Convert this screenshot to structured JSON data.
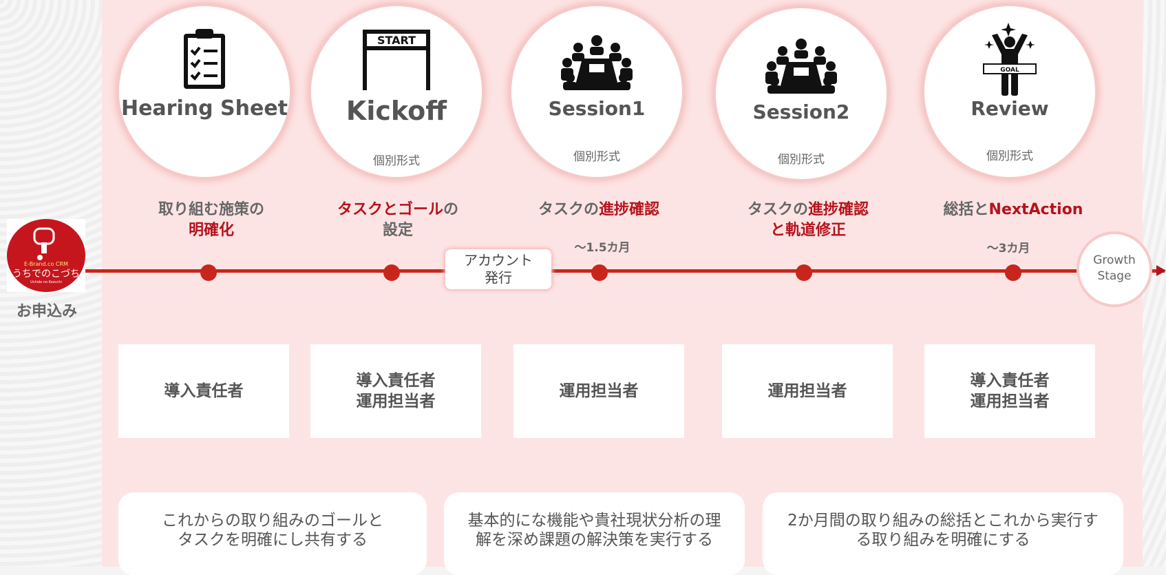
{
  "colors": {
    "accent": "#c8261c",
    "accent_text": "#b5121b",
    "panel": "#fde4e4"
  },
  "stages": [
    {
      "title": "Hearing Sheet",
      "sub": "",
      "icon": "clipboard-checklist-icon"
    },
    {
      "title": "Kickoff",
      "sub": "個別形式",
      "icon": "start-gate-icon"
    },
    {
      "title": "Session1",
      "sub": "個別形式",
      "icon": "meeting-table-icon"
    },
    {
      "title": "Session2",
      "sub": "個別形式",
      "icon": "meeting-table-icon"
    },
    {
      "title": "Review",
      "sub": "個別形式",
      "icon": "goal-person-icon"
    }
  ],
  "start_label": "START",
  "goal_label": "GOAL",
  "tasks": [
    {
      "plain1": "取り組む施策の",
      "red1": "",
      "plain2": "",
      "red2": "明確化"
    },
    {
      "red1": "タスクとゴール",
      "plain1": "の",
      "plain2": "設定",
      "red2": ""
    },
    {
      "plain1": "タスクの",
      "red1": "進捗確認",
      "plain2": "",
      "red2": ""
    },
    {
      "plain1": "タスクの",
      "red1": "進捗確認",
      "plain2": "",
      "red2": "と軌道修正"
    },
    {
      "plain1": "総括と",
      "red1": "NextAction",
      "plain2": "",
      "red2": ""
    }
  ],
  "durations": [
    "〜1.5カ月",
    "〜3カ月"
  ],
  "account_label": [
    "アカウント",
    "発行"
  ],
  "growth_label": [
    "Growth",
    "Stage"
  ],
  "apply_label": "お申込み",
  "logo": {
    "top_text": "E-Brand.co CRM",
    "main_text": "うちでのこづち",
    "sub_text": "Uchide no Kozuchi"
  },
  "roles": [
    [
      "導入責任者"
    ],
    [
      "導入責任者",
      "運用担当者"
    ],
    [
      "運用担当者"
    ],
    [
      "運用担当者"
    ],
    [
      "導入責任者",
      "運用担当者"
    ]
  ],
  "descriptions": [
    [
      "これからの取り組みのゴールと",
      "タスクを明確にし共有する"
    ],
    [
      "基本的にな機能や貴社現状分析の理",
      "解を深め課題の解決策を実行する"
    ],
    [
      "2か月間の取り組みの総括とこれから実行す",
      "る取り組みを明確にする"
    ]
  ]
}
